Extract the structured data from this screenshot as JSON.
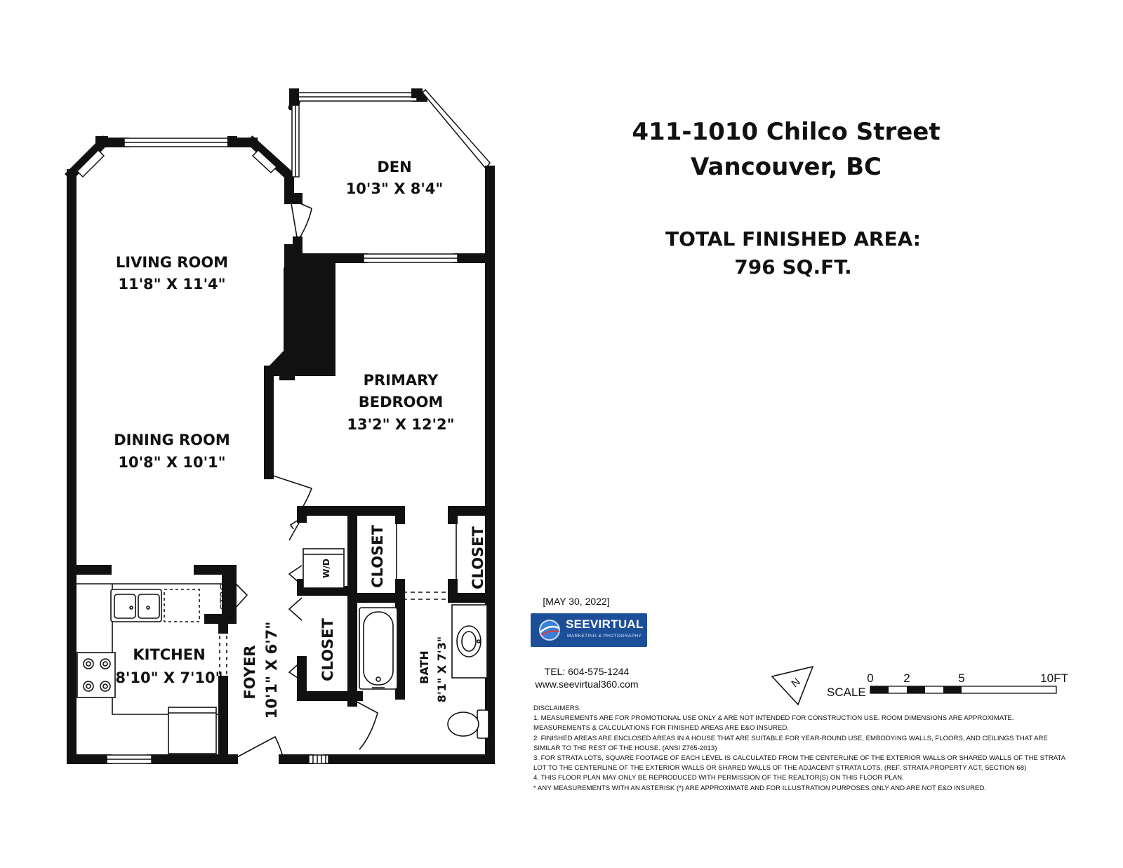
{
  "header": {
    "address_line1": "411-1010 Chilco Street",
    "address_line2": "Vancouver, BC",
    "area_label": "TOTAL FINISHED AREA:",
    "area_value": "796 SQ.FT."
  },
  "rooms": {
    "den": {
      "name": "DEN",
      "dims": "10'3\" X 8'4\""
    },
    "living": {
      "name": "LIVING ROOM",
      "dims": "11'8\" X 11'4\""
    },
    "dining": {
      "name": "DINING ROOM",
      "dims": "10'8\" X 10'1\""
    },
    "primary": {
      "name1": "PRIMARY",
      "name2": "BEDROOM",
      "dims": "13'2\" X 12'2\""
    },
    "kitchen": {
      "name": "KITCHEN",
      "dims": "8'10\" X 7'10\""
    },
    "foyer": {
      "name": "FOYER",
      "dims": "10'1\" X 6'7\""
    },
    "bath": {
      "name": "BATH",
      "dims": "8'1\" X 7'3\""
    },
    "closet_label": "CLOSET",
    "storage_label": "STRG",
    "washer_dryer_label": "W/D"
  },
  "branding": {
    "date": "[MAY 30, 2022]",
    "logo_name": "SEEVIRTUAL",
    "logo_tagline": "MARKETING & PHOTOGRAPHY",
    "tel": "TEL: 604-575-1244",
    "website": "www.seevirtual360.com",
    "brand_color": "#1d4f99"
  },
  "compass": {
    "label": "N"
  },
  "scale": {
    "title": "SCALE",
    "ticks": [
      "0",
      "2",
      "5",
      "10FT"
    ]
  },
  "disclaimers": [
    "DISCLAIMERS:",
    "1. MEASUREMENTS ARE FOR PROMOTIONAL USE ONLY & ARE NOT INTENDED FOR CONSTRUCTION USE. ROOM DIMENSIONS ARE APPROXIMATE.",
    "MEASUREMENTS & CALCULATIONS FOR FINISHED AREAS ARE E&O INSURED.",
    "2. FINISHED AREAS ARE ENCLOSED AREAS IN A HOUSE THAT ARE SUITABLE FOR YEAR-ROUND USE, EMBODYING WALLS, FLOORS, AND CEILINGS THAT ARE",
    "SIMILAR TO THE REST OF THE HOUSE. (ANSI Z765-2013)",
    "3. FOR STRATA LOTS, SQUARE FOOTAGE OF EACH LEVEL IS CALCULATED FROM THE CENTERLINE OF THE EXTERIOR WALLS OR SHARED WALLS OF THE STRATA",
    "LOT TO THE CENTERLINE OF THE EXTERIOR WALLS OR SHARED WALLS OF THE ADJACENT STRATA LOTS. (REF. STRATA PROPERTY ACT, SECTION 68)",
    "4. THIS FLOOR PLAN MAY ONLY BE REPRODUCED WITH PERMISSION OF THE REALTOR(S) ON THIS FLOOR PLAN.",
    "* ANY MEASUREMENTS WITH AN ASTERISK (*) ARE APPROXIMATE AND FOR ILLUSTRATION PURPOSES ONLY AND ARE NOT E&O INSURED."
  ]
}
